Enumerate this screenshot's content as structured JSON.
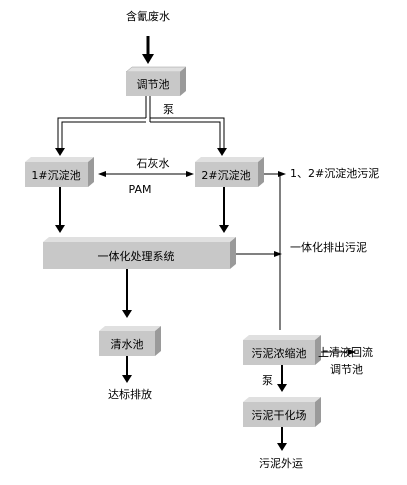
{
  "input_label": "含氰废水",
  "boxes": {
    "regulating_tank": "调节池",
    "settling_tank_1": "1#沉淀池",
    "settling_tank_2": "2#沉淀池",
    "integrated_system": "一体化处理系统",
    "clear_water_tank": "清水池",
    "sludge_thickener": "污泥浓缩池",
    "sludge_drying_bed": "污泥干化场"
  },
  "labels": {
    "pump_1": "泵",
    "lime_water": "石灰水",
    "pam": "PAM",
    "settling_sludge": "1、2#沉淀池污泥",
    "integrated_sludge": "一体化排出污泥",
    "discharge": "达标排放",
    "supernatant_return_line1": "上清液回流",
    "supernatant_return_line2": "调节池",
    "pump_2": "泵",
    "sludge_out": "污泥外运"
  },
  "colors": {
    "box_fill": "#c8c8c8",
    "box_shadow": "#9a9a9a",
    "line": "#000000"
  }
}
